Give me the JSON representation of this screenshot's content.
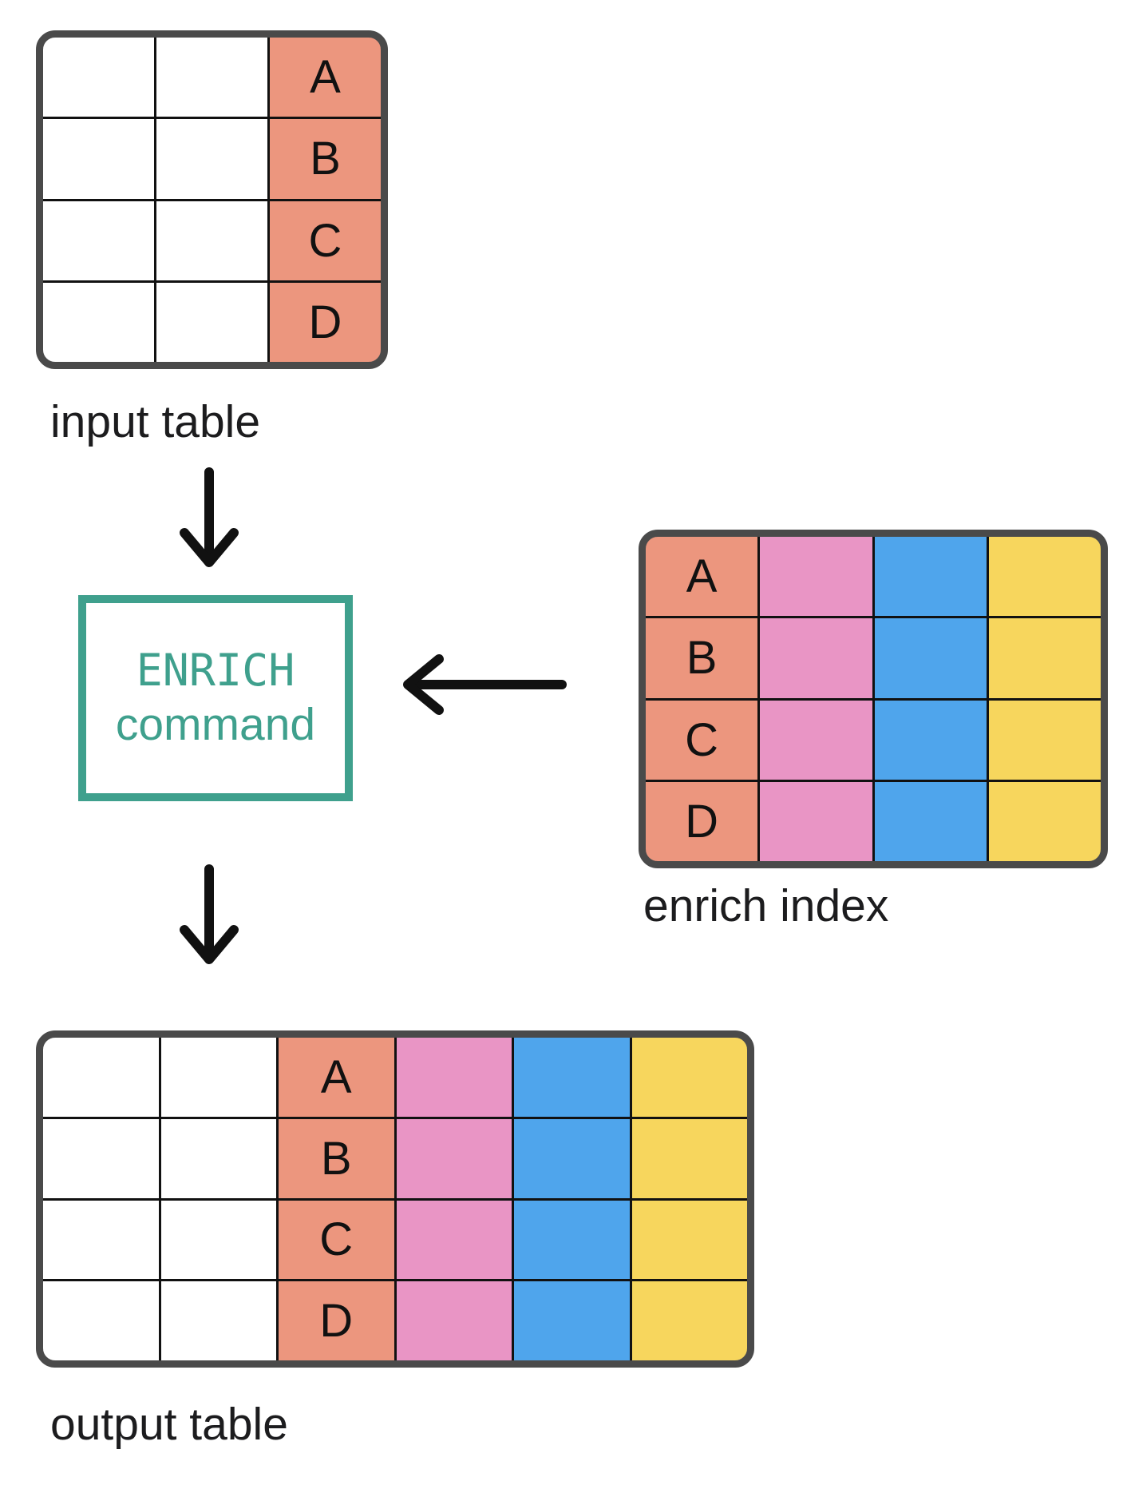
{
  "labels": {
    "input": "input table",
    "enrich": "enrich index",
    "output": "output table"
  },
  "enrich_box": {
    "line1": "ENRICH",
    "line2": "command"
  },
  "key_letters": [
    "A",
    "B",
    "C",
    "D"
  ],
  "colors": {
    "salmon": "#EC967E",
    "pink": "#E995C5",
    "blue": "#4FA5EC",
    "yellow": "#F7D65D",
    "teal": "#3FA08D",
    "table_border": "#4A4A4A",
    "grid_line": "#111111",
    "arrow": "#111111",
    "text": "#1C1C1E",
    "plain_cell": "#FFFFFF"
  },
  "tables": {
    "input": {
      "name": "input table",
      "rows": 4,
      "columns": [
        "plain",
        "plain",
        "key"
      ]
    },
    "enrich": {
      "name": "enrich index",
      "rows": 4,
      "columns": [
        "key",
        "pink",
        "blue",
        "yellow"
      ]
    },
    "output": {
      "name": "output table",
      "rows": 4,
      "columns": [
        "plain",
        "plain",
        "key",
        "pink",
        "blue",
        "yellow"
      ]
    }
  }
}
